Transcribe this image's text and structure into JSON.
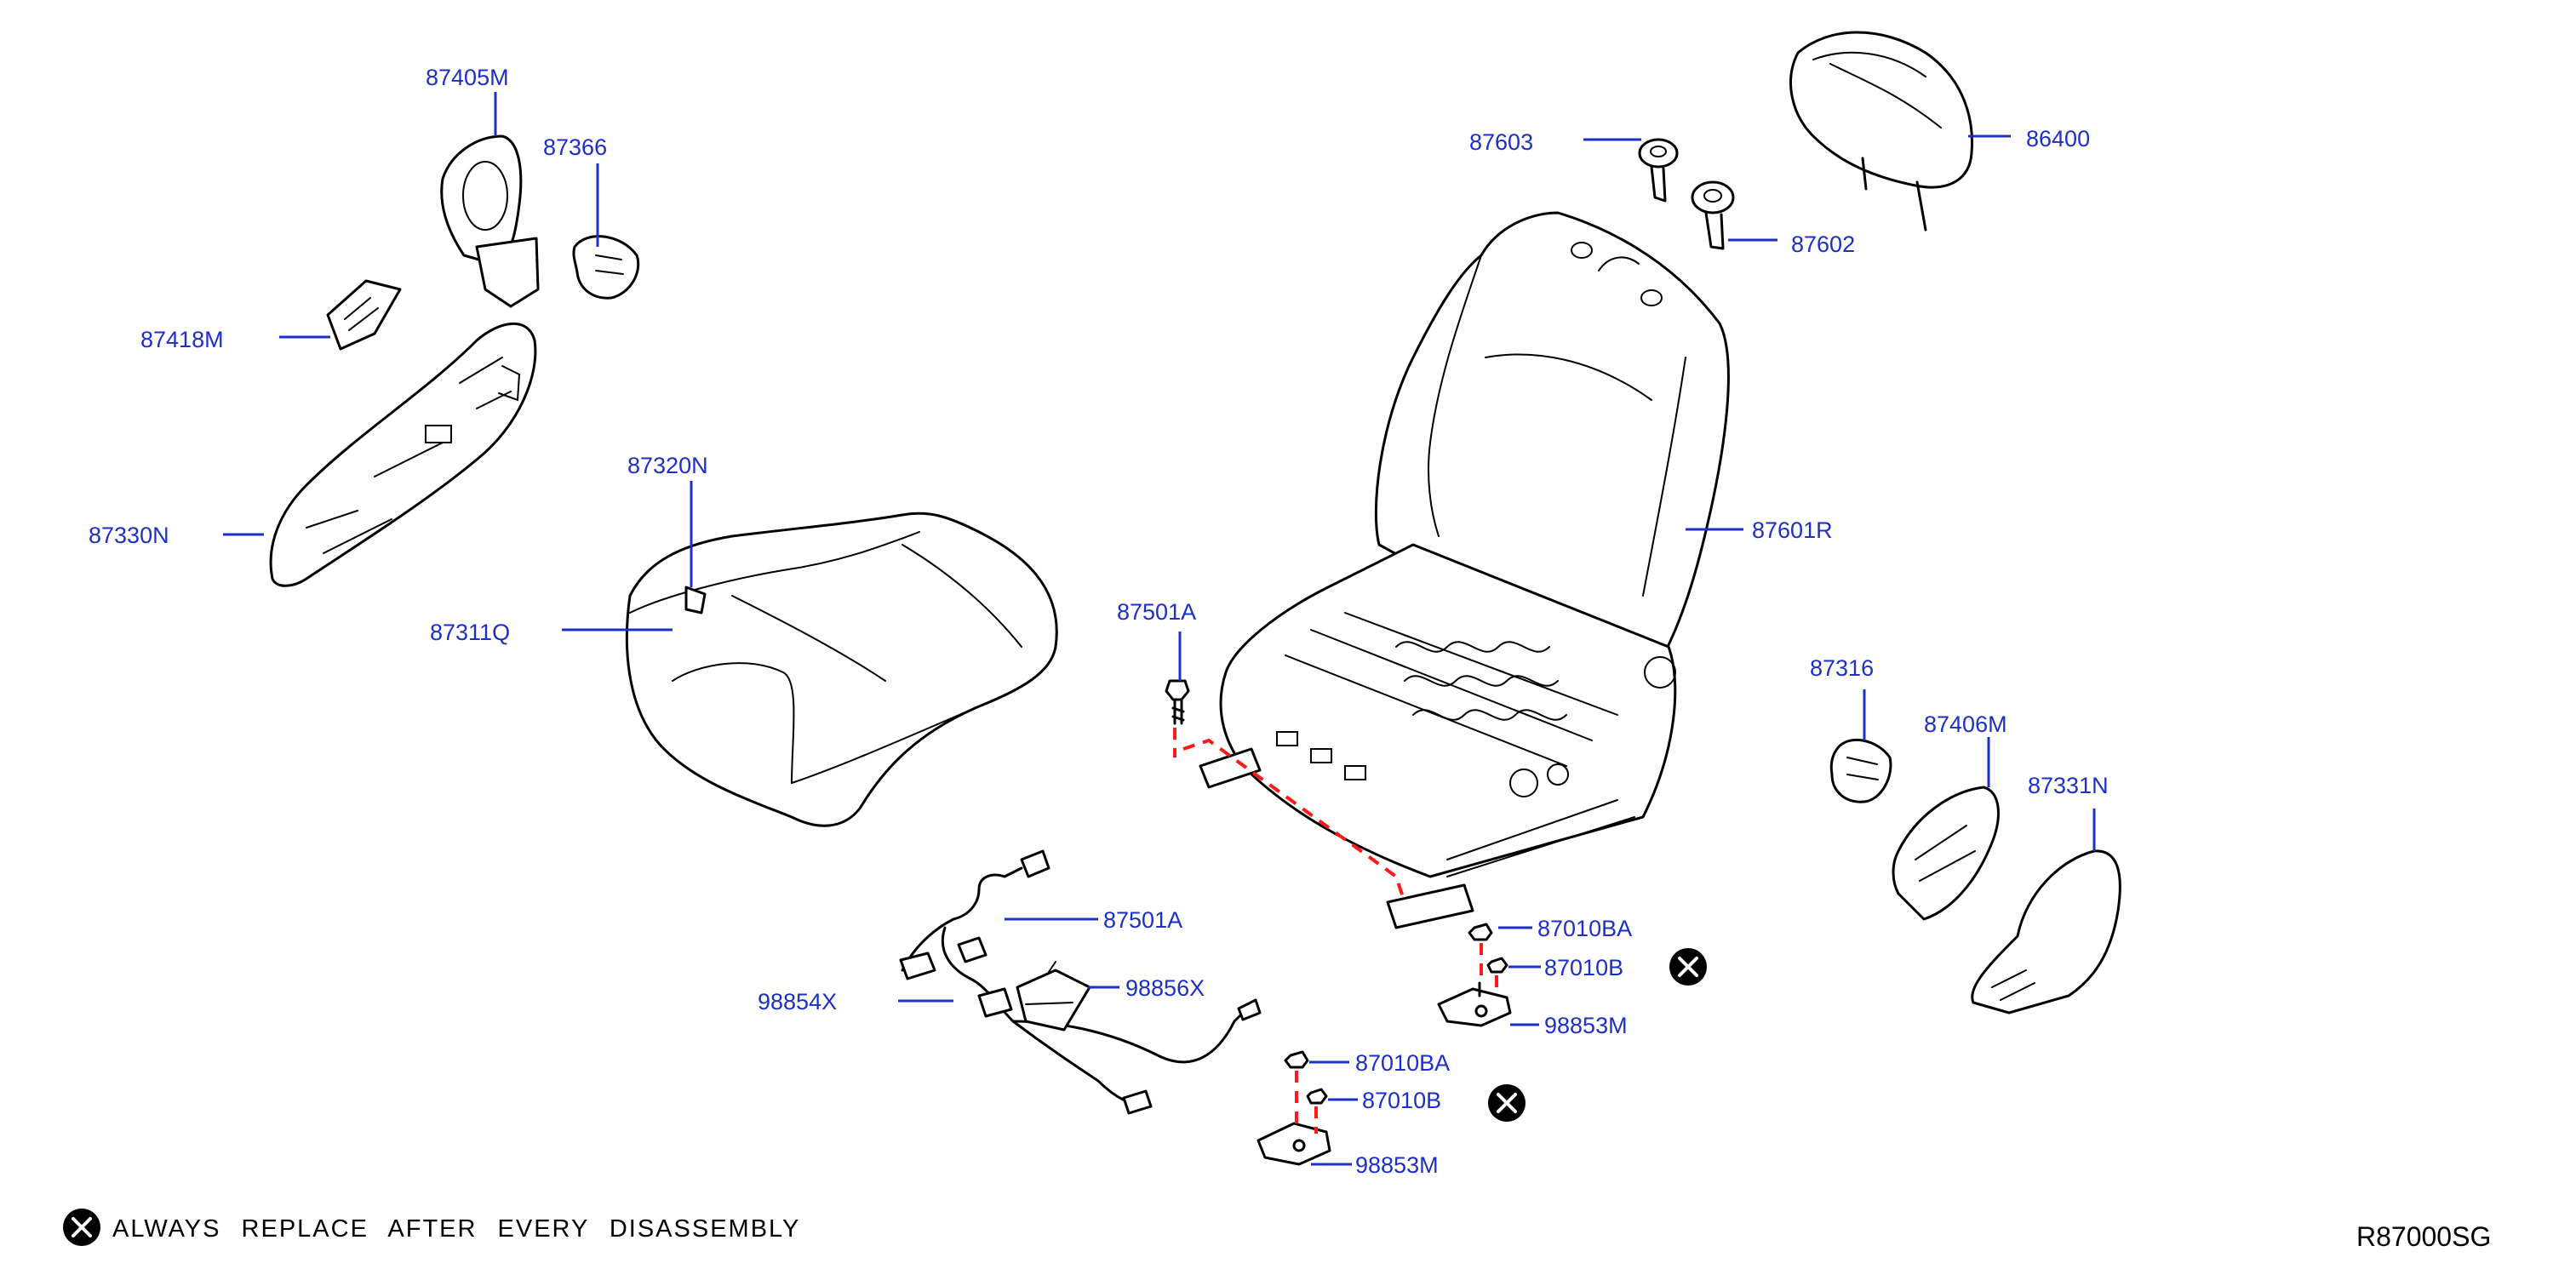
{
  "parts": {
    "p87405M": "87405M",
    "p87366": "87366",
    "p87418M": "87418M",
    "p87330N": "87330N",
    "p87320N": "87320N",
    "p87311Q": "87311Q",
    "p87603": "87603",
    "p86400": "86400",
    "p87602": "87602",
    "p87601R": "87601R",
    "p87501A_bolt": "87501A",
    "p87316": "87316",
    "p87406M": "87406M",
    "p87331N": "87331N",
    "p87501A_harness": "87501A",
    "p98854X": "98854X",
    "p98856X": "98856X",
    "p87010BA_upper": "87010BA",
    "p87010B_upper": "87010B",
    "p98853M_upper": "98853M",
    "p87010BA_lower": "87010BA",
    "p87010B_lower": "87010B",
    "p98853M_lower": "98853M"
  },
  "legend": {
    "note": "ALWAYS REPLACE AFTER EVERY DISASSEMBLY",
    "symbol": "x-circle-icon"
  },
  "diagram_code": "R87000SG",
  "colors": {
    "label": "#1c2fc7",
    "dashed_line": "#ff1a1a",
    "art": "#000000"
  }
}
